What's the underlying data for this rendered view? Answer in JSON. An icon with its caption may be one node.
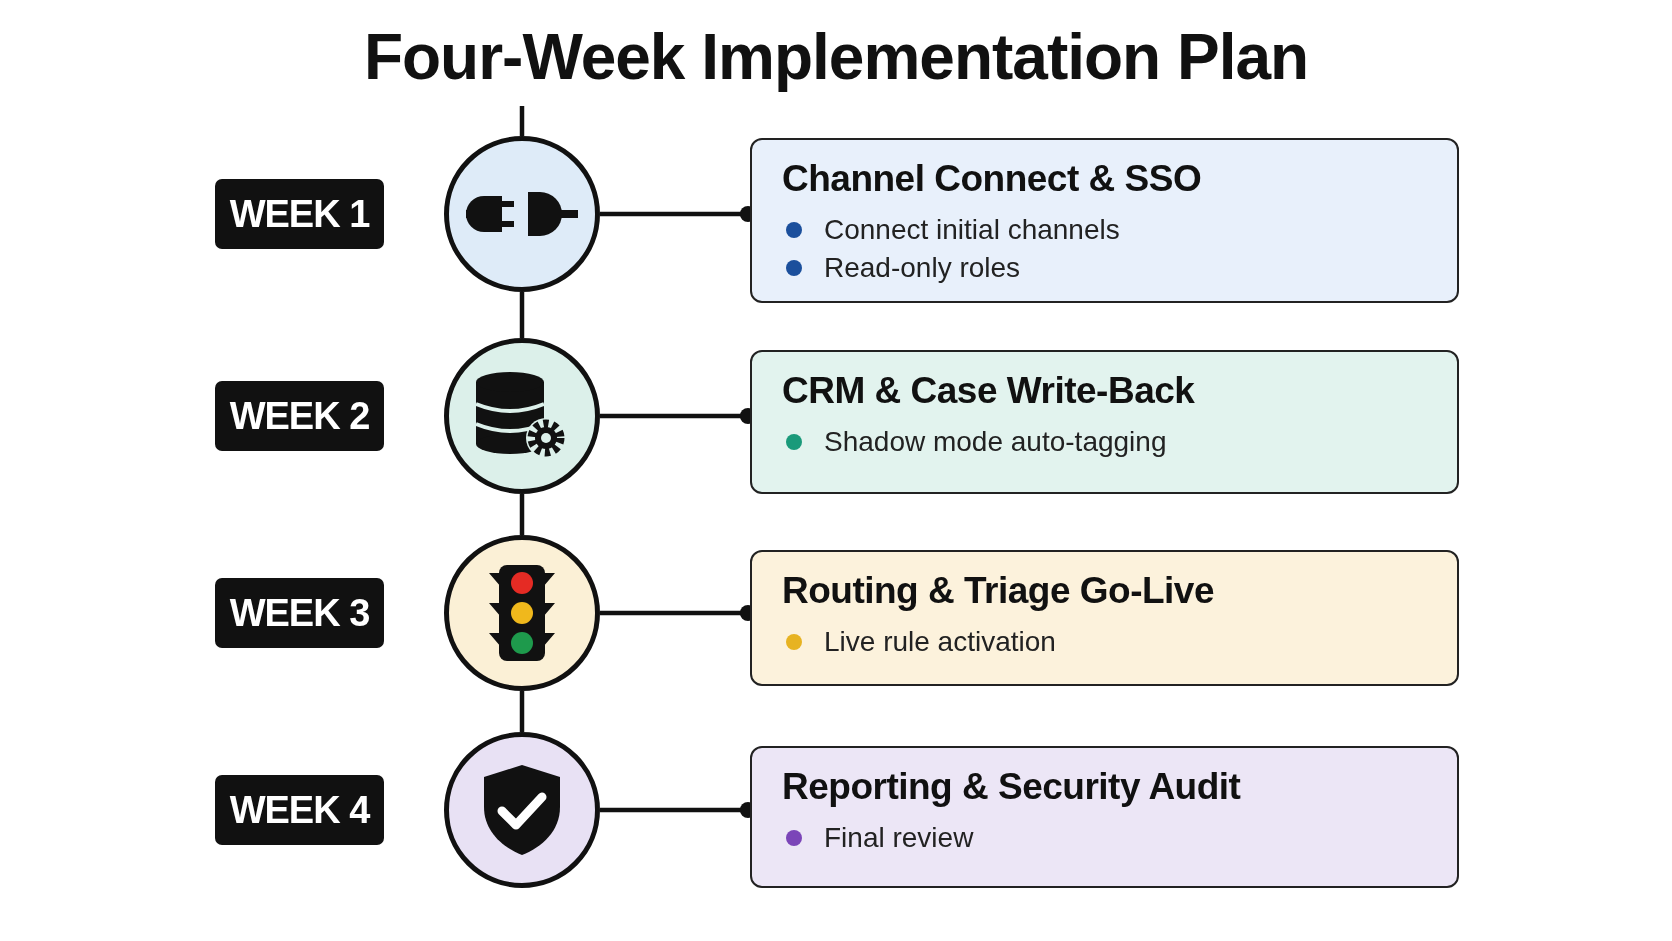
{
  "diagram": {
    "title": "Four-Week Implementation Plan",
    "nodes": [
      {
        "text": [
          "WEEK 1"
        ]
      },
      {
        "text": [],
        "shape": "picture"
      },
      {
        "text": [
          "Channel Connect & SSO",
          "Connect initial channels",
          "Read-only roles"
        ]
      },
      {
        "text": [
          "WEEK 2"
        ]
      },
      {
        "text": [],
        "shape": "picture"
      },
      {
        "text": [
          "CRM & Case Write-Back",
          "Shadow mode auto-tagging"
        ]
      },
      {
        "text": [
          "WEEK 3"
        ]
      },
      {
        "text": [],
        "shape": "picture"
      },
      {
        "text": [
          "Routing & Triage Go-Live",
          "Live rule activation"
        ]
      },
      {
        "text": [
          "WEEK 4"
        ]
      },
      {
        "text": [],
        "shape": "picture"
      },
      {
        "text": [
          "Reporting & Security Audit",
          "Final review"
        ]
      }
    ],
    "edges": [
      {
        "from": null,
        "to": 1,
        "arrow": "none"
      },
      {
        "from": 1,
        "to": 2,
        "arrow": "other"
      },
      {
        "from": 1,
        "to": 4,
        "arrow": "none"
      },
      {
        "from": 4,
        "to": 5,
        "arrow": "other"
      },
      {
        "from": 4,
        "to": 7,
        "arrow": "none"
      },
      {
        "from": 7,
        "to": 8,
        "arrow": "other"
      },
      {
        "from": 7,
        "to": 10,
        "arrow": "none"
      },
      {
        "from": 10,
        "to": 11,
        "arrow": "other"
      }
    ]
  }
}
